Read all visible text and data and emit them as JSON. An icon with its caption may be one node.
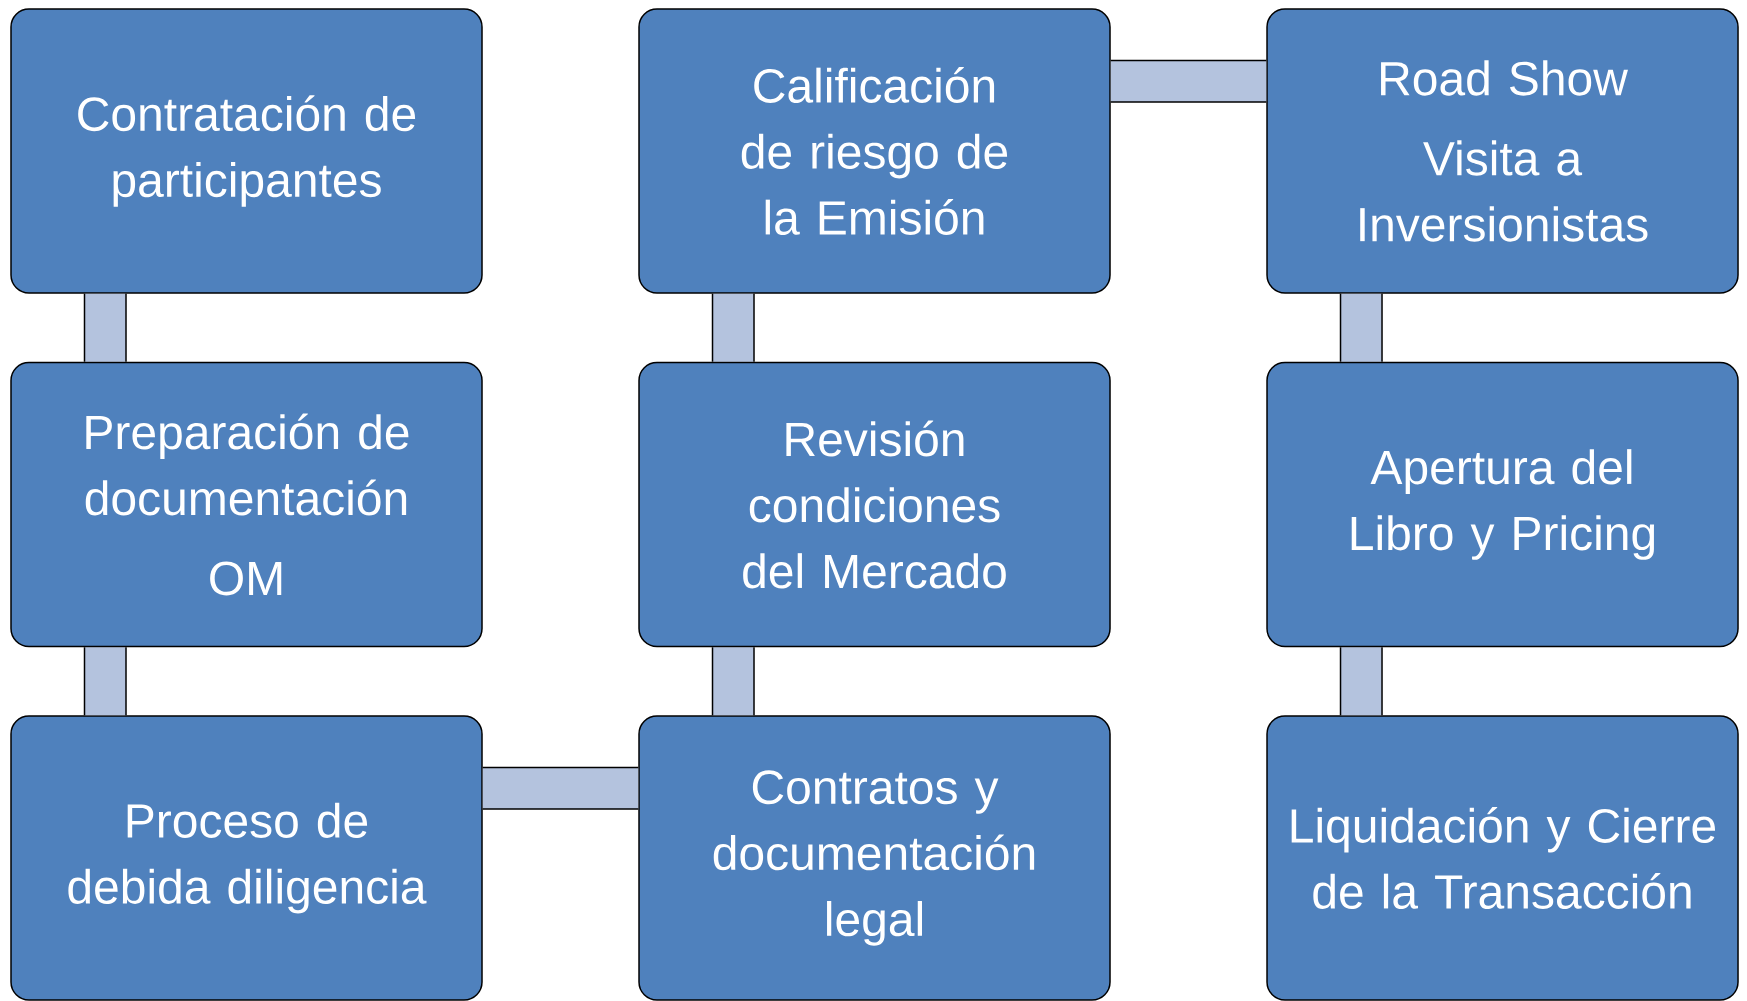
{
  "diagram": {
    "nodes": [
      {
        "text": [
          "Contratación de participantes"
        ]
      },
      {
        "text": [
          "Calificación de riesgo de la Emisión"
        ]
      },
      {
        "text": [
          "Road Show",
          "Visita a Inversionistas"
        ]
      },
      {
        "text": [
          "Preparación de documentación",
          "OM"
        ]
      },
      {
        "text": [
          "Revisión condiciones del Mercado"
        ]
      },
      {
        "text": [
          "Apertura del Libro y Pricing"
        ]
      },
      {
        "text": [
          "Proceso de debida diligencia"
        ]
      },
      {
        "text": [
          "Contratos y documentación legal"
        ]
      },
      {
        "text": [
          "Liquidación y Cierre de la Transacción"
        ]
      }
    ],
    "edges": [
      {
        "from": 0,
        "to": 3,
        "arrow": "none"
      },
      {
        "from": 3,
        "to": 6,
        "arrow": "none"
      },
      {
        "from": 6,
        "to": 7,
        "arrow": "none"
      },
      {
        "from": 7,
        "to": 4,
        "arrow": "none"
      },
      {
        "from": 4,
        "to": 1,
        "arrow": "none"
      },
      {
        "from": 1,
        "to": 2,
        "arrow": "none"
      },
      {
        "from": 2,
        "to": 5,
        "arrow": "none"
      },
      {
        "from": 5,
        "to": 8,
        "arrow": "none"
      }
    ]
  }
}
